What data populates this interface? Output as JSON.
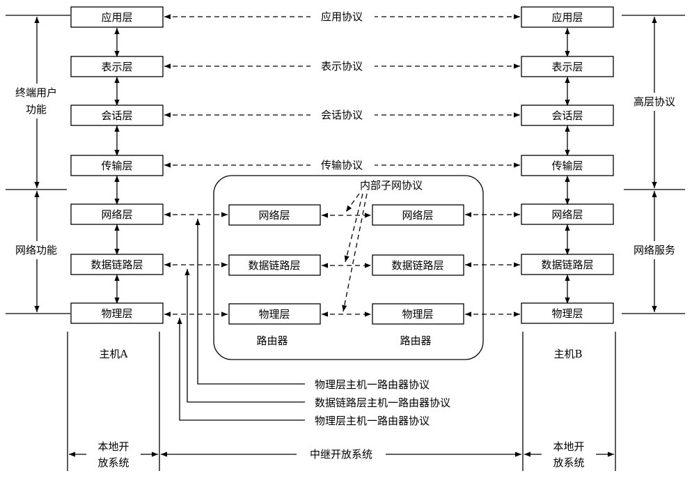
{
  "hostA": {
    "name": "主机A",
    "layers": [
      "应用层",
      "表示层",
      "会话层",
      "传输层",
      "网络层",
      "数据链路层",
      "物理层"
    ]
  },
  "hostB": {
    "name": "主机B",
    "layers": [
      "应用层",
      "表示层",
      "会话层",
      "传输层",
      "网络层",
      "数据链路层",
      "物理层"
    ]
  },
  "router1": {
    "name": "路由器",
    "layers": [
      "网络层",
      "数据链路层",
      "物理层"
    ]
  },
  "router2": {
    "name": "路由器",
    "layers": [
      "网络层",
      "数据链路层",
      "物理层"
    ]
  },
  "peer_protocols": [
    "应用协议",
    "表示协议",
    "会话协议",
    "传输协议"
  ],
  "subnet_protocol": "内部子网协议",
  "side_left": {
    "upper": [
      "终端用户",
      "功能"
    ],
    "lower": "网络功能"
  },
  "side_right": {
    "upper": "高层协议",
    "lower": "网络服务"
  },
  "host_router_protocols": [
    "物理层主机一路由器协议",
    "数据链路层主机一路由器协议",
    "物理层主机一路由器协议"
  ],
  "bottom": {
    "local_left": [
      "本地开",
      "放系统"
    ],
    "relay": "中继开放系统",
    "local_right": [
      "本地开",
      "放系统"
    ]
  }
}
